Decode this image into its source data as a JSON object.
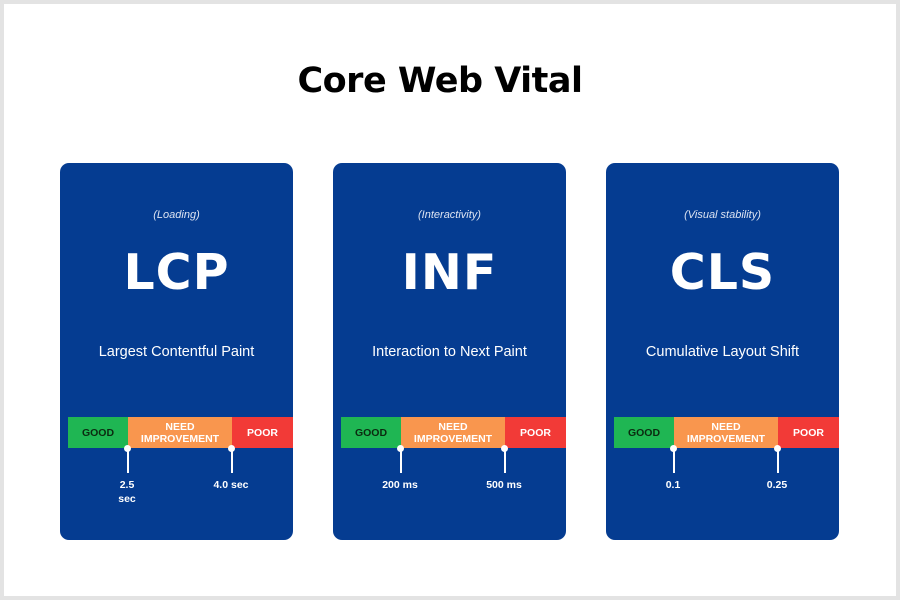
{
  "title": "Core Web Vital",
  "cards": [
    {
      "category": "(Loading)",
      "abbr": "LCP",
      "full_name": "Largest Contentful Paint",
      "segments": [
        "GOOD",
        "NEED\nIMPROVEMENT",
        "POOR"
      ],
      "thresholds": [
        "2.5\nsec",
        "4.0 sec"
      ]
    },
    {
      "category": "(Interactivity)",
      "abbr": "INF",
      "full_name": "Interaction to Next Paint",
      "segments": [
        "GOOD",
        "NEED\nIMPROVEMENT",
        "POOR"
      ],
      "thresholds": [
        "200 ms",
        "500 ms"
      ]
    },
    {
      "category": "(Visual stability)",
      "abbr": "CLS",
      "full_name": "Cumulative Layout Shift",
      "segments": [
        "GOOD",
        "NEED\nIMPROVEMENT",
        "POOR"
      ],
      "thresholds": [
        "0.1",
        "0.25"
      ]
    }
  ],
  "colors": {
    "card": "#053c91",
    "good": "#1fb653",
    "need_improvement": "#f9964e",
    "poor": "#f23a37"
  }
}
